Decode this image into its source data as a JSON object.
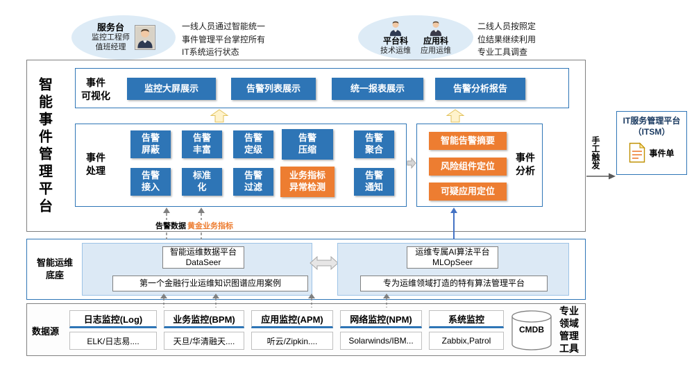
{
  "callouts": {
    "left": {
      "title": "服务台",
      "role1": "监控工程师",
      "role2": "值班经理",
      "note": "一线人员通过智能统一\n事件管理平台掌控所有\nIT系统运行状态"
    },
    "right": {
      "person1": {
        "dept": "平台科",
        "role": "技术运维"
      },
      "person2": {
        "dept": "应用科",
        "role": "应用运维"
      },
      "note": "二线人员按照定\n位结果继续利用\n专业工具调查"
    }
  },
  "platform": {
    "title": "智能事件管理平台",
    "visualization": {
      "label": "事件\n可视化",
      "items": [
        "监控大屏展示",
        "告警列表展示",
        "统一报表展示",
        "告警分析报告"
      ]
    },
    "processing": {
      "label": "事件\n处理",
      "row1": [
        "告警屏蔽",
        "告警丰富",
        "告警定级",
        "告警压缩",
        "告警聚合"
      ],
      "row2": [
        "告警接入",
        "标准化",
        "告警过滤",
        "业务指标异常检测",
        "告警通知"
      ]
    },
    "analysis": {
      "label": "事件\n分析",
      "items": [
        "智能告警摘要",
        "风险组件定位",
        "可疑应用定位"
      ]
    },
    "flow": {
      "alert_data": "告警数据",
      "golden_metrics": "黄金业务指标"
    }
  },
  "itsm": {
    "trigger": "手工触发",
    "title": "IT服务管理平台\n（ITSM）",
    "ticket": "事件单"
  },
  "base": {
    "label": "智能运维\n底座",
    "left": {
      "title": "智能运维数据平台\nDataSeer",
      "desc": "第一个金融行业运维知识图谱应用案例"
    },
    "right": {
      "title": "运维专属AI算法平台\nMLOpSeer",
      "desc": "专为运维领域打造的特有算法管理平台"
    }
  },
  "datasources": {
    "label": "数据源",
    "columns": [
      {
        "header": "日志监控(Log)",
        "value": "ELK/日志易...."
      },
      {
        "header": "业务监控(BPM)",
        "value": "天旦/华清融天...."
      },
      {
        "header": "应用监控(APM)",
        "value": "听云/Zipkin...."
      },
      {
        "header": "网络监控(NPM)",
        "value": "Solarwinds/IBM..."
      },
      {
        "header": "系统监控",
        "value": "Zabbix,Patrol"
      }
    ],
    "cmdb": "CMDB",
    "side_label": "专业\n领域\n管理\n工具"
  },
  "colors": {
    "blue": "#2E75B6",
    "orange": "#ED7D31",
    "light_blue": "#DDEBF6"
  }
}
